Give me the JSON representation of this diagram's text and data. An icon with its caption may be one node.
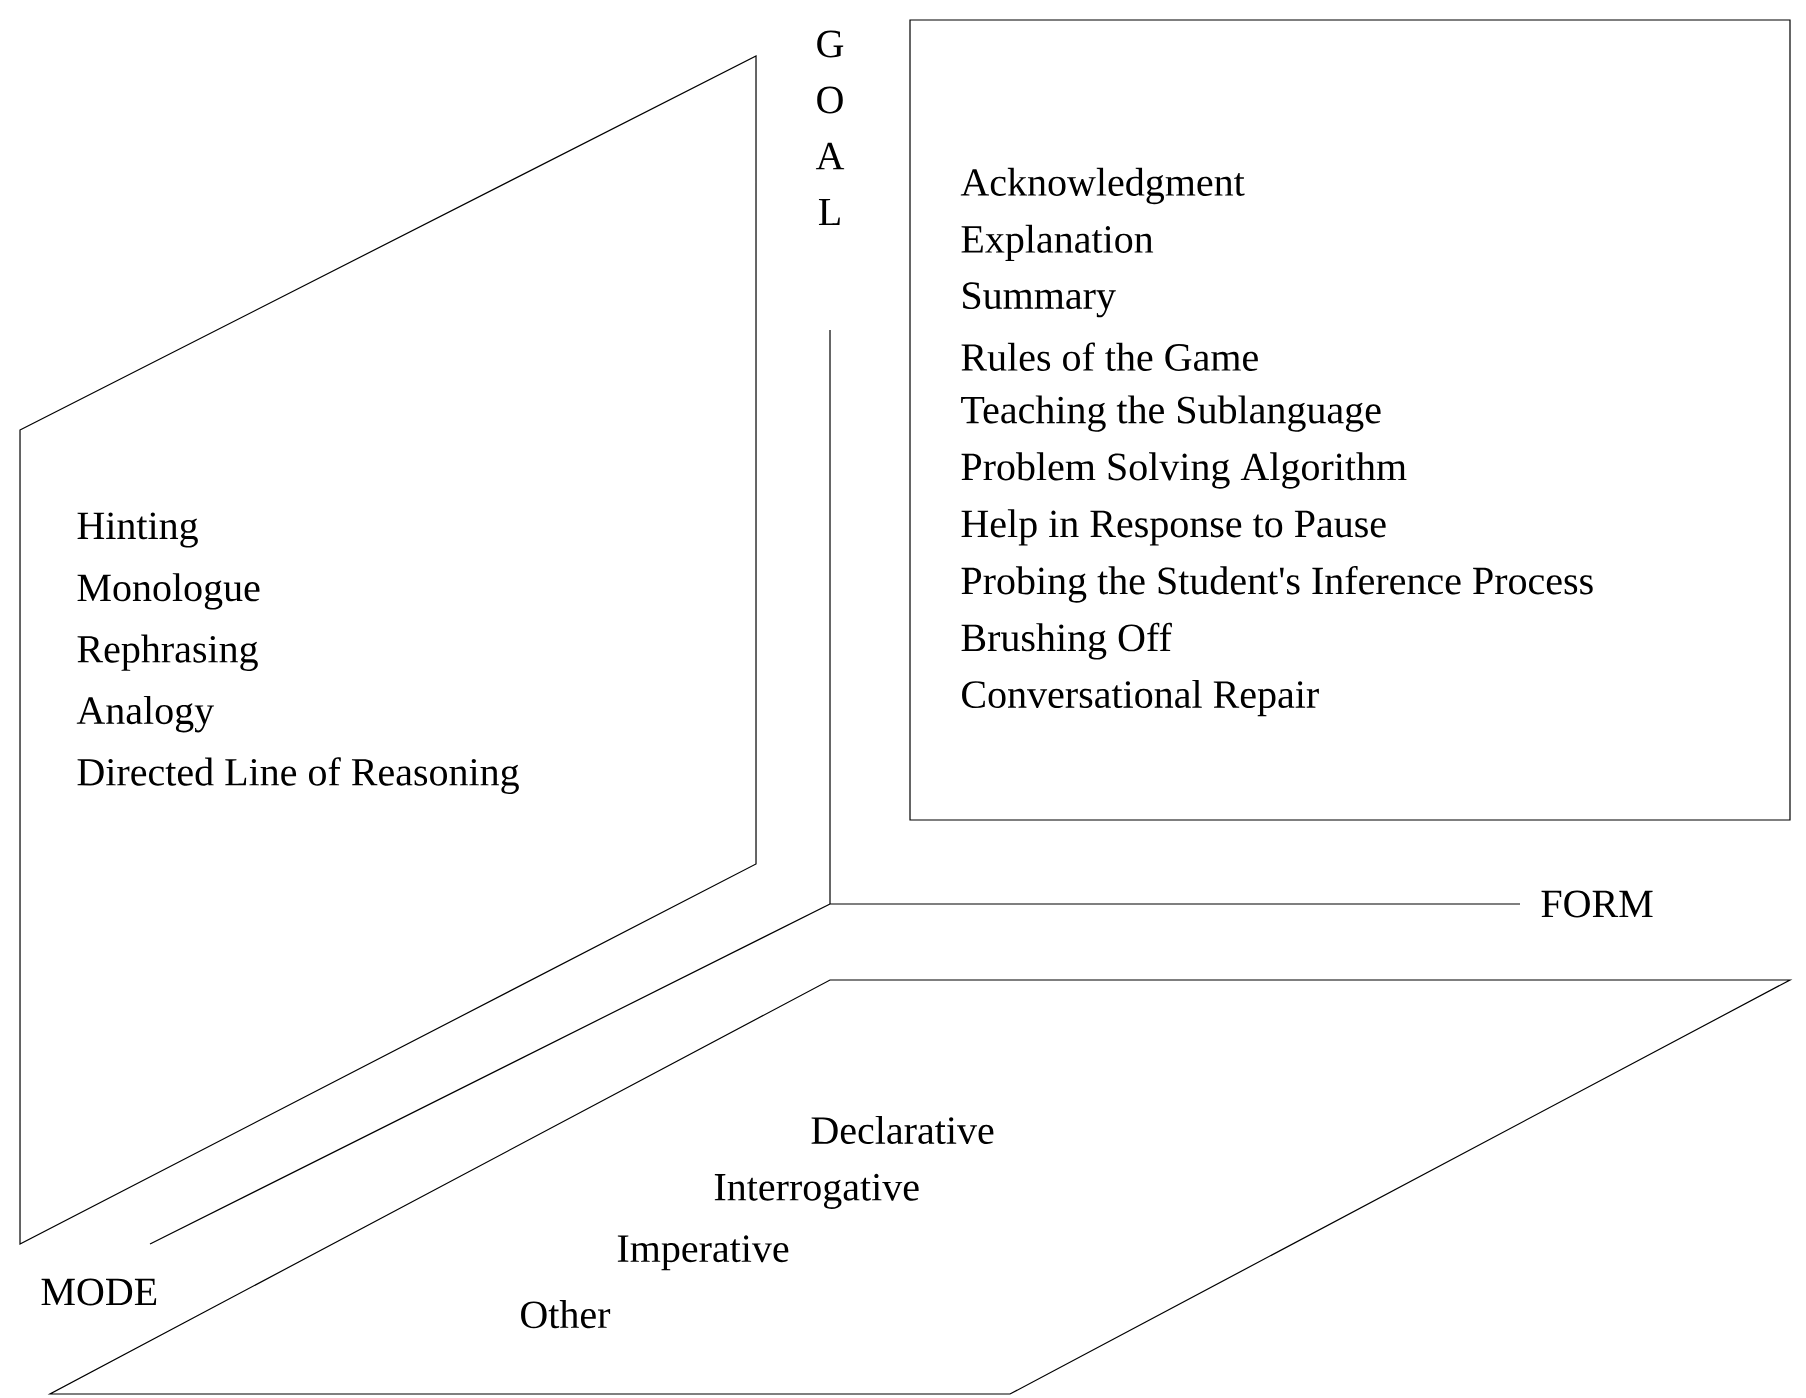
{
  "diagram": {
    "nodes": [
      {
        "text": [
          "Hinting",
          "Monologue",
          "Rephrasing",
          "Analogy",
          "Directed Line of Reasoning"
        ]
      },
      {
        "text": [
          "Acknowledgment",
          "Explanation",
          "Summary",
          "Rules of the Game",
          "Teaching the Sublanguage",
          "Problem Solving Algorithm",
          "Help in Response to Pause",
          "Probing the Student's Inference Process",
          "Brushing Off",
          "Conversational Repair"
        ]
      },
      {
        "text": [
          "Declarative",
          "Interrogative",
          "Imperative",
          "Other"
        ]
      }
    ],
    "labels": [
      "G",
      "O",
      "A",
      "L",
      "FORM",
      "MODE"
    ]
  }
}
